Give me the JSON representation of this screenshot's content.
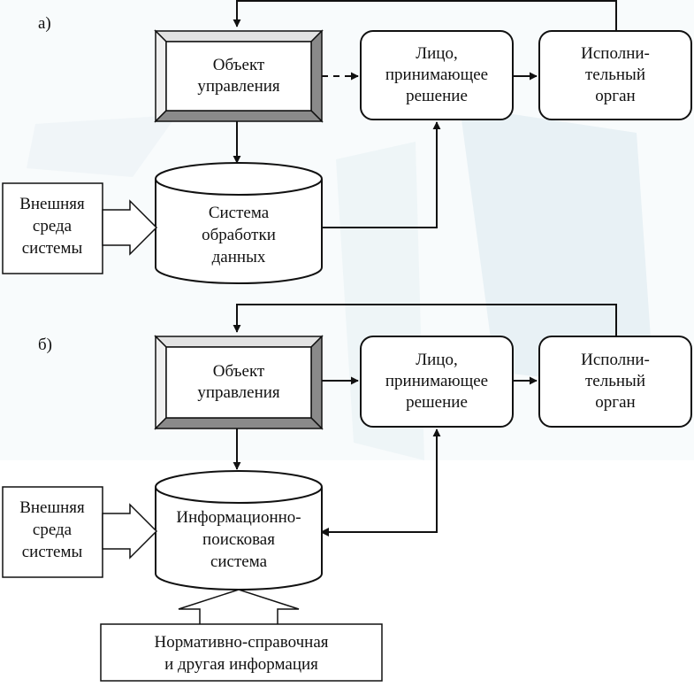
{
  "panel_a": {
    "label": "а)",
    "object": [
      "Объект",
      "управления"
    ],
    "decision": [
      "Лицо,",
      "принимающее",
      "решение"
    ],
    "executor": [
      "Исполни-",
      "тельный",
      "орган"
    ],
    "env": [
      "Внешняя",
      "среда",
      "системы"
    ],
    "system": [
      "Система",
      "обработки",
      "данных"
    ]
  },
  "panel_b": {
    "label": "б)",
    "object": [
      "Объект",
      "управления"
    ],
    "decision": [
      "Лицо,",
      "принимающее",
      "решение"
    ],
    "executor": [
      "Исполни-",
      "тельный",
      "орган"
    ],
    "env": [
      "Внешняя",
      "среда",
      "системы"
    ],
    "system": [
      "Информационно-",
      "поисковая",
      "система"
    ],
    "reference": [
      "Нормативно-справочная",
      "и другая информация"
    ]
  },
  "colors": {
    "watermark": "#e3eef3",
    "line": "#111111",
    "bevel_light": "#e2e2e2",
    "bevel_dark": "#8a8a8a"
  }
}
